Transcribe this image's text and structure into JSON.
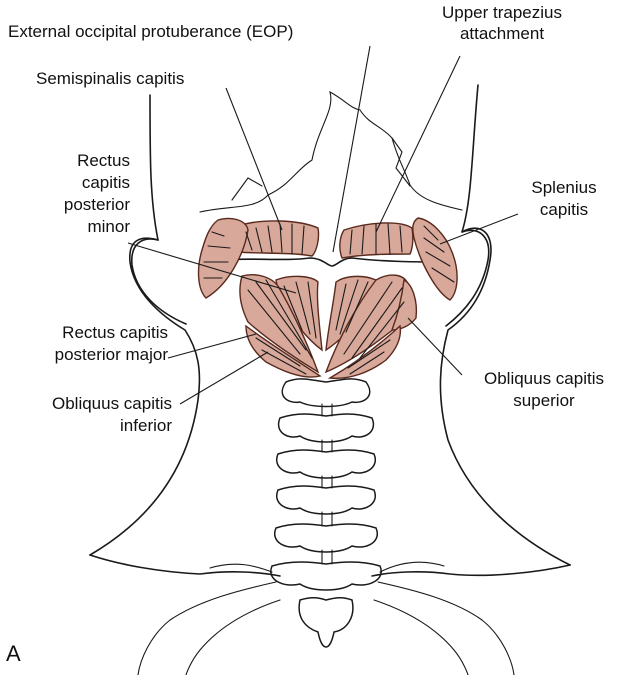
{
  "figure": {
    "panel_letter": "A",
    "muscle_fill": "#d8a89a",
    "muscle_stroke": "#5a2a1e",
    "labels": {
      "eop": "External occipital protuberance (EOP)",
      "trap_1": "Upper trapezius",
      "trap_2": "attachment",
      "semispinalis": "Semispinalis capitis",
      "rcpmin_1": "Rectus",
      "rcpmin_2": "capitis",
      "rcpmin_3": "posterior",
      "rcpmin_4": "minor",
      "splenius_1": "Splenius",
      "splenius_2": "capitis",
      "rcpmaj_1": "Rectus capitis",
      "rcpmaj_2": "posterior major",
      "obl_sup_1": "Obliquus capitis",
      "obl_sup_2": "superior",
      "obl_inf_1": "Obliquus capitis",
      "obl_inf_2": "inferior"
    }
  }
}
